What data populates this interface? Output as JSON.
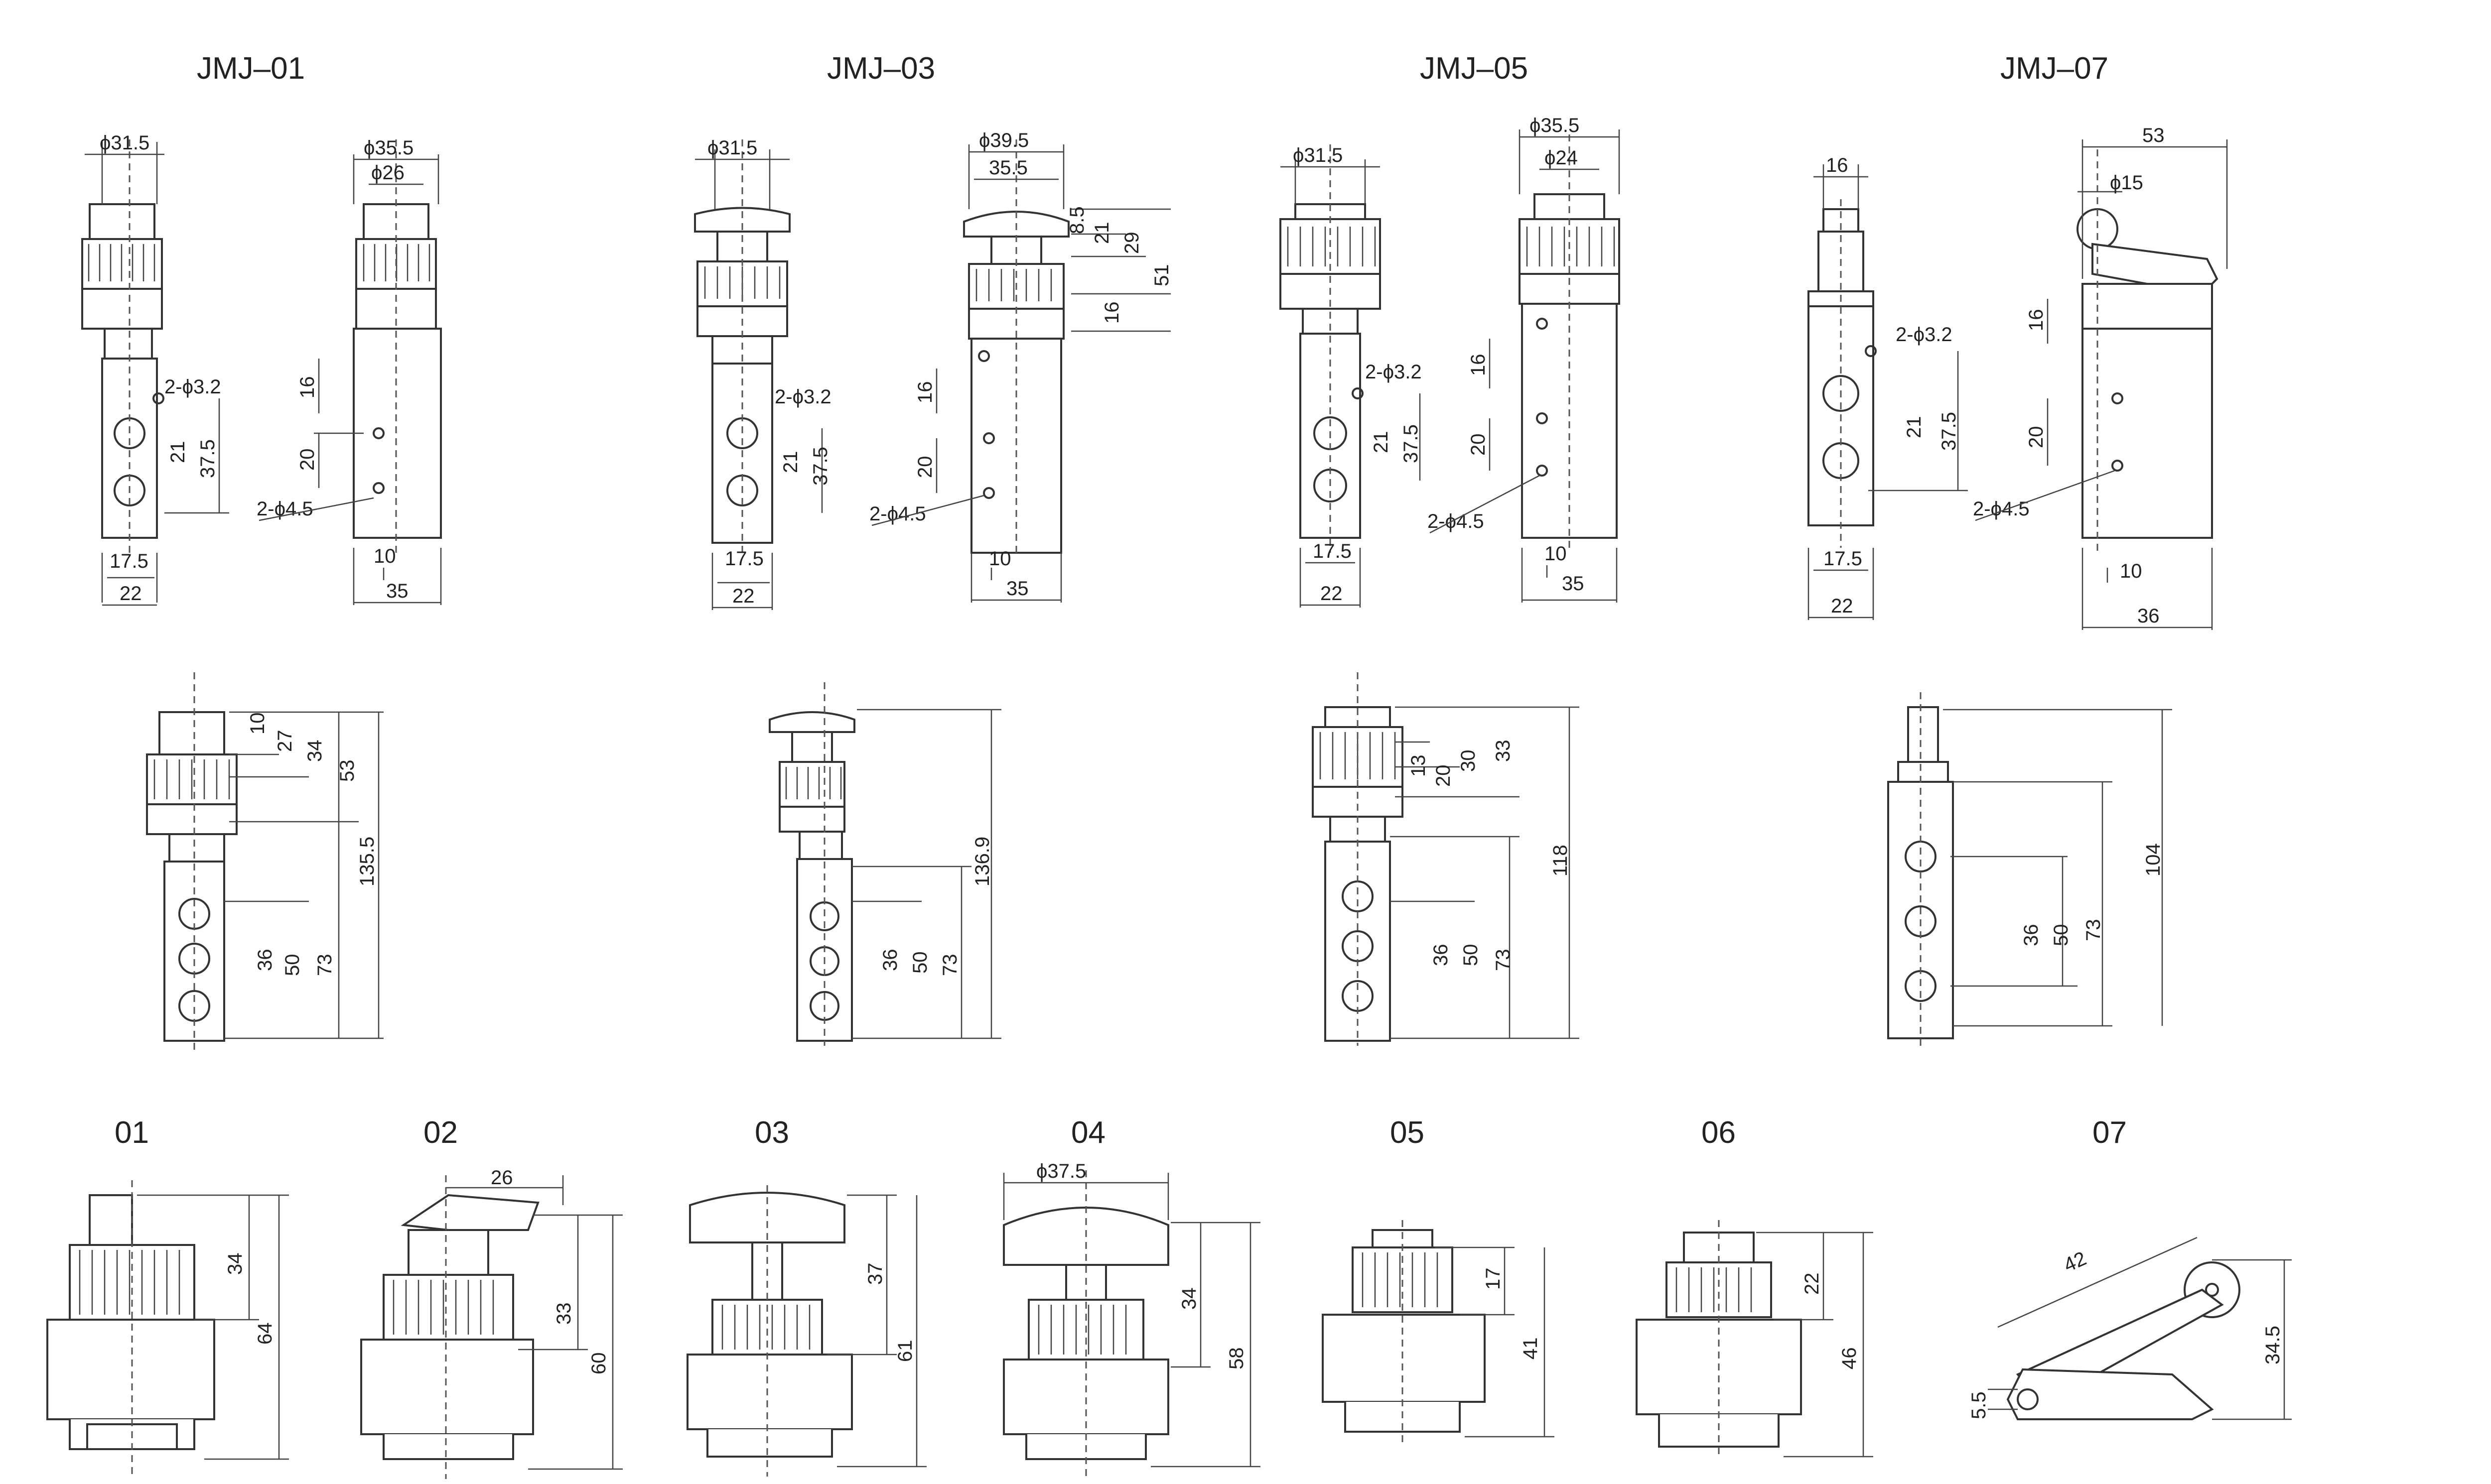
{
  "titles": {
    "jmj01": "JMJ–01",
    "jmj03": "JMJ–03",
    "jmj05": "JMJ–05",
    "jmj07": "JMJ–07",
    "h01": "01",
    "h02": "02",
    "h03": "03",
    "h04": "04",
    "h05": "05",
    "h06": "06",
    "h07": "07"
  },
  "jmj01": {
    "d_front": "ϕ31.5",
    "d_side": "ϕ35.5",
    "d_inner": "ϕ26",
    "holes_small": "2-ϕ3.2",
    "holes_large": "2-ϕ4.5",
    "v16": "16",
    "v20": "20",
    "v21": "21",
    "v375": "37.5",
    "w175": "17.5",
    "w22": "22",
    "w10": "10",
    "w35": "35",
    "e10": "10",
    "e27": "27",
    "e34": "34",
    "e53": "53",
    "e1355": "135.5",
    "e36": "36",
    "e50": "50",
    "e73": "73"
  },
  "jmj03": {
    "d_front": "ϕ31.5",
    "d_side": "ϕ39.5",
    "d_inner": "35.5",
    "holes_small": "2-ϕ3.2",
    "holes_large": "2-ϕ4.5",
    "s85": "8.5",
    "s21": "21",
    "s29": "29",
    "s51": "51",
    "s16top": "16",
    "v16": "16",
    "v20": "20",
    "v21": "21",
    "v375": "37.5",
    "w175": "17.5",
    "w22": "22",
    "w10": "10",
    "w35": "35",
    "e1369": "136.9",
    "e36": "36",
    "e50": "50",
    "e73": "73"
  },
  "jmj05": {
    "d_front": "ϕ31.5",
    "d_side": "ϕ35.5",
    "d_inner": "ϕ24",
    "holes_small": "2-ϕ3.2",
    "holes_large": "2-ϕ4.5",
    "v16": "16",
    "v20": "20",
    "v21": "21",
    "v375": "37.5",
    "w175": "17.5",
    "w22": "22",
    "w10": "10",
    "w35": "35",
    "e13": "13",
    "e20": "20",
    "e30": "30",
    "e33": "33",
    "e118": "118",
    "e36": "36",
    "e50": "50",
    "e73": "73"
  },
  "jmj07": {
    "w16": "16",
    "w53": "53",
    "d15": "ϕ15",
    "holes_small": "2-ϕ3.2",
    "holes_large": "2-ϕ4.5",
    "v16": "16",
    "v20": "20",
    "v21": "21",
    "v375": "37.5",
    "w175": "17.5",
    "w22": "22",
    "w10": "10",
    "w36": "36",
    "e104": "104",
    "e36": "36",
    "e50": "50",
    "e73": "73"
  },
  "heads": {
    "h01": {
      "a": "34",
      "b": "64"
    },
    "h02": {
      "w": "26",
      "a": "33",
      "b": "60"
    },
    "h03": {
      "a": "37",
      "b": "61"
    },
    "h04": {
      "d": "ϕ37.5",
      "a": "34",
      "b": "58"
    },
    "h05": {
      "a": "17",
      "b": "41"
    },
    "h06": {
      "a": "22",
      "b": "46"
    },
    "h07": {
      "l": "42",
      "h": "34.5",
      "s": "5.5"
    }
  }
}
